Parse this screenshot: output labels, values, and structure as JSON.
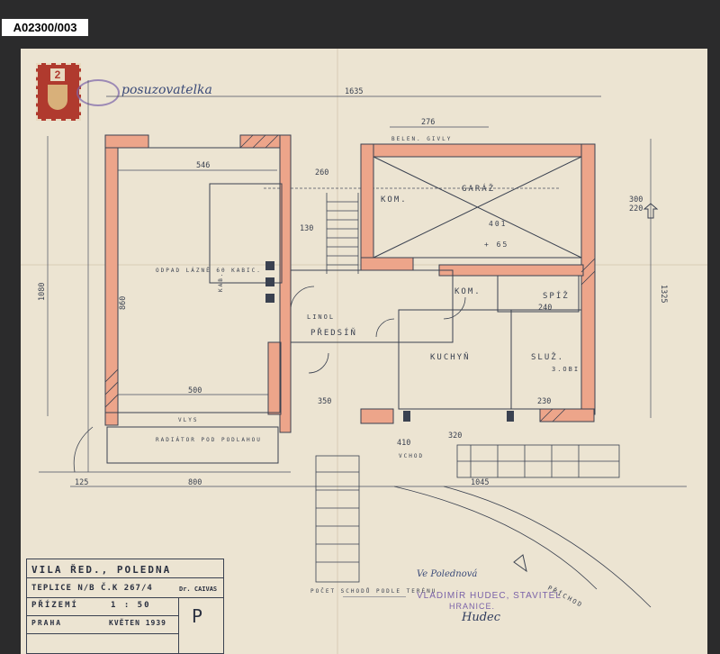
{
  "archive_id": "A02300/003",
  "tax_stamp": {
    "value": "2"
  },
  "dimensions": {
    "overall_width": "1635",
    "top_276": "276",
    "left_546": "546",
    "left_height": "1080",
    "inner_860": "860",
    "bottom_500": "500",
    "bottom_800": "800",
    "bottom_1045": "1045",
    "bottom_125": "125",
    "right_300": "300",
    "right_220": "220",
    "right_1325": "1325",
    "stair_260": "260",
    "stair_130": "130",
    "misc_350": "350",
    "misc_230": "230",
    "misc_240": "240",
    "misc_320": "320",
    "misc_410": "410"
  },
  "rooms": {
    "garage": "GARÁŽ",
    "garage_area": "401",
    "garage_height": "+ 65",
    "room_kom_upper": "KOM.",
    "room_kom_lower": "KOM.",
    "hall": "PŘEDSÍŇ",
    "kitchen": "KUCHYŇ",
    "pantry": "SPÍŽ",
    "maid": "SLUŽ.",
    "maid_sub": "3.OBI",
    "linol": "LINOL",
    "hot_water": "ODPAD LÁZNĚ\n60 KABIC.",
    "radiator": "RADIÁTOR POD PODLAHOU",
    "vlys": "VLYS",
    "beton_top": "BELEN. GIVLY",
    "stairs_note": "POČET SCHODŮ\nPODLE TERÉNU",
    "entrance": "VCHOD",
    "kab": "KAB."
  },
  "title_block": {
    "title": "VILA ŘED., POLEDNA",
    "location": "TEPLICE N/B Č.K 267/4",
    "owner": "Dr. CAIVAS",
    "type_label": "PŘÍZEMÍ",
    "scale": "1 : 50",
    "city": "PRAHA",
    "date": "KVĚTEN 1939",
    "sheet_letter": "P"
  },
  "signatures": {
    "top_left": "posuzovatelka",
    "middle": "Ve Polednová",
    "builder_name": "VLADIMÍR HUDEC, STAVITEL",
    "builder_city": "HRANICE.",
    "sign": "Hudec"
  },
  "north_arrow_label": "PŘÍCHOD",
  "colors": {
    "wall_fill": "#eda58a",
    "ink": "#3a4150",
    "paper": "#ece4d2",
    "stamp": "#7a62a8",
    "tax_stamp_red": "#b03a2e"
  }
}
